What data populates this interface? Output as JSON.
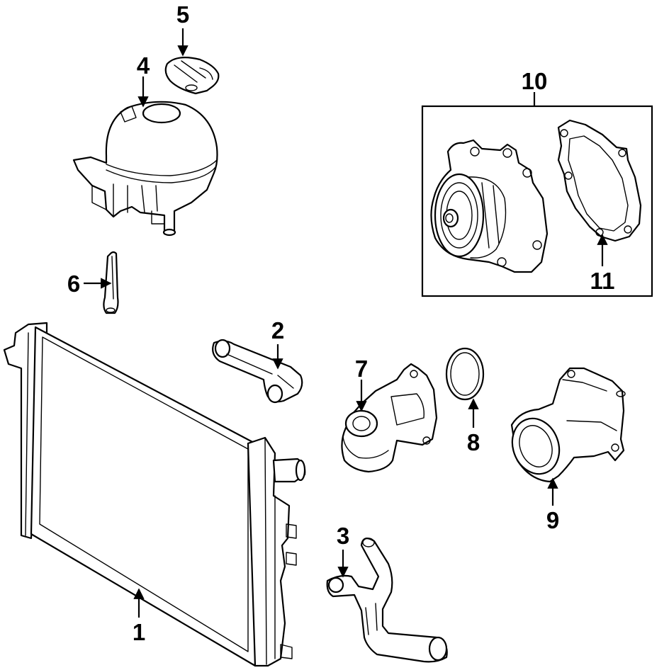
{
  "callouts": {
    "c1": "1",
    "c2": "2",
    "c3": "3",
    "c4": "4",
    "c5": "5",
    "c6": "6",
    "c7": "7",
    "c8": "8",
    "c9": "9",
    "c10": "10",
    "c11": "11"
  },
  "colors": {
    "line": "#000000",
    "background": "#ffffff"
  },
  "parts": [
    {
      "callout": "1",
      "icon": "radiator-icon"
    },
    {
      "callout": "2",
      "icon": "upper-hose-icon"
    },
    {
      "callout": "3",
      "icon": "lower-hose-icon"
    },
    {
      "callout": "4",
      "icon": "reservoir-tank-icon"
    },
    {
      "callout": "5",
      "icon": "reservoir-cap-icon"
    },
    {
      "callout": "6",
      "icon": "overflow-hose-icon"
    },
    {
      "callout": "7",
      "icon": "thermostat-housing-icon"
    },
    {
      "callout": "8",
      "icon": "o-ring-icon"
    },
    {
      "callout": "9",
      "icon": "water-outlet-housing-icon"
    },
    {
      "callout": "10",
      "icon": "water-pump-assembly-icon"
    },
    {
      "callout": "11",
      "icon": "pump-gasket-icon"
    }
  ]
}
